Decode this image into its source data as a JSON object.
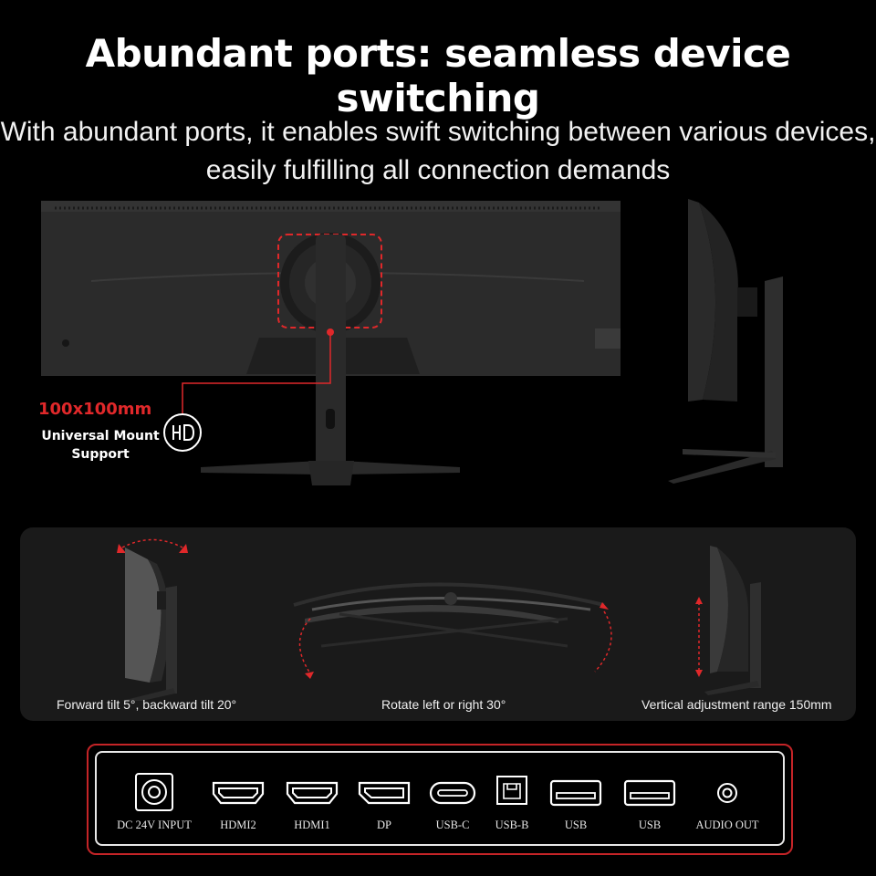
{
  "header": {
    "title": "Abundant ports: seamless device switching",
    "subtitle_line1": "With abundant ports, it enables swift switching between various devices,",
    "subtitle_line2": "easily fulfilling all connection demands"
  },
  "mount": {
    "size": "100x100mm",
    "line1": "Universal Mount",
    "line2": "Support",
    "icon": "vesa-mount-icon"
  },
  "adjustments": [
    {
      "label": "Forward tilt 5°, backward tilt 20°",
      "icon": "tilt-arrow-icon"
    },
    {
      "label": "Rotate left or right 30°",
      "icon": "swivel-arrow-icon"
    },
    {
      "label": "Vertical adjustment range 150mm",
      "icon": "height-arrow-icon"
    }
  ],
  "ports": [
    {
      "label": "DC 24V INPUT",
      "icon": "dc-power-icon"
    },
    {
      "label": "HDMI2",
      "icon": "hdmi-icon"
    },
    {
      "label": "HDMI1",
      "icon": "hdmi-icon"
    },
    {
      "label": "DP",
      "icon": "displayport-icon"
    },
    {
      "label": "USB-C",
      "icon": "usb-c-icon"
    },
    {
      "label": "USB-B",
      "icon": "usb-b-icon"
    },
    {
      "label": "USB",
      "icon": "usb-a-icon"
    },
    {
      "label": "USB",
      "icon": "usb-a-icon"
    },
    {
      "label": "AUDIO OUT",
      "icon": "audio-jack-icon"
    }
  ],
  "colors": {
    "accent_red": "#e0282a",
    "background": "#000000",
    "panel": "#1a1a1a",
    "monitor_body": "#2e2e2e"
  }
}
